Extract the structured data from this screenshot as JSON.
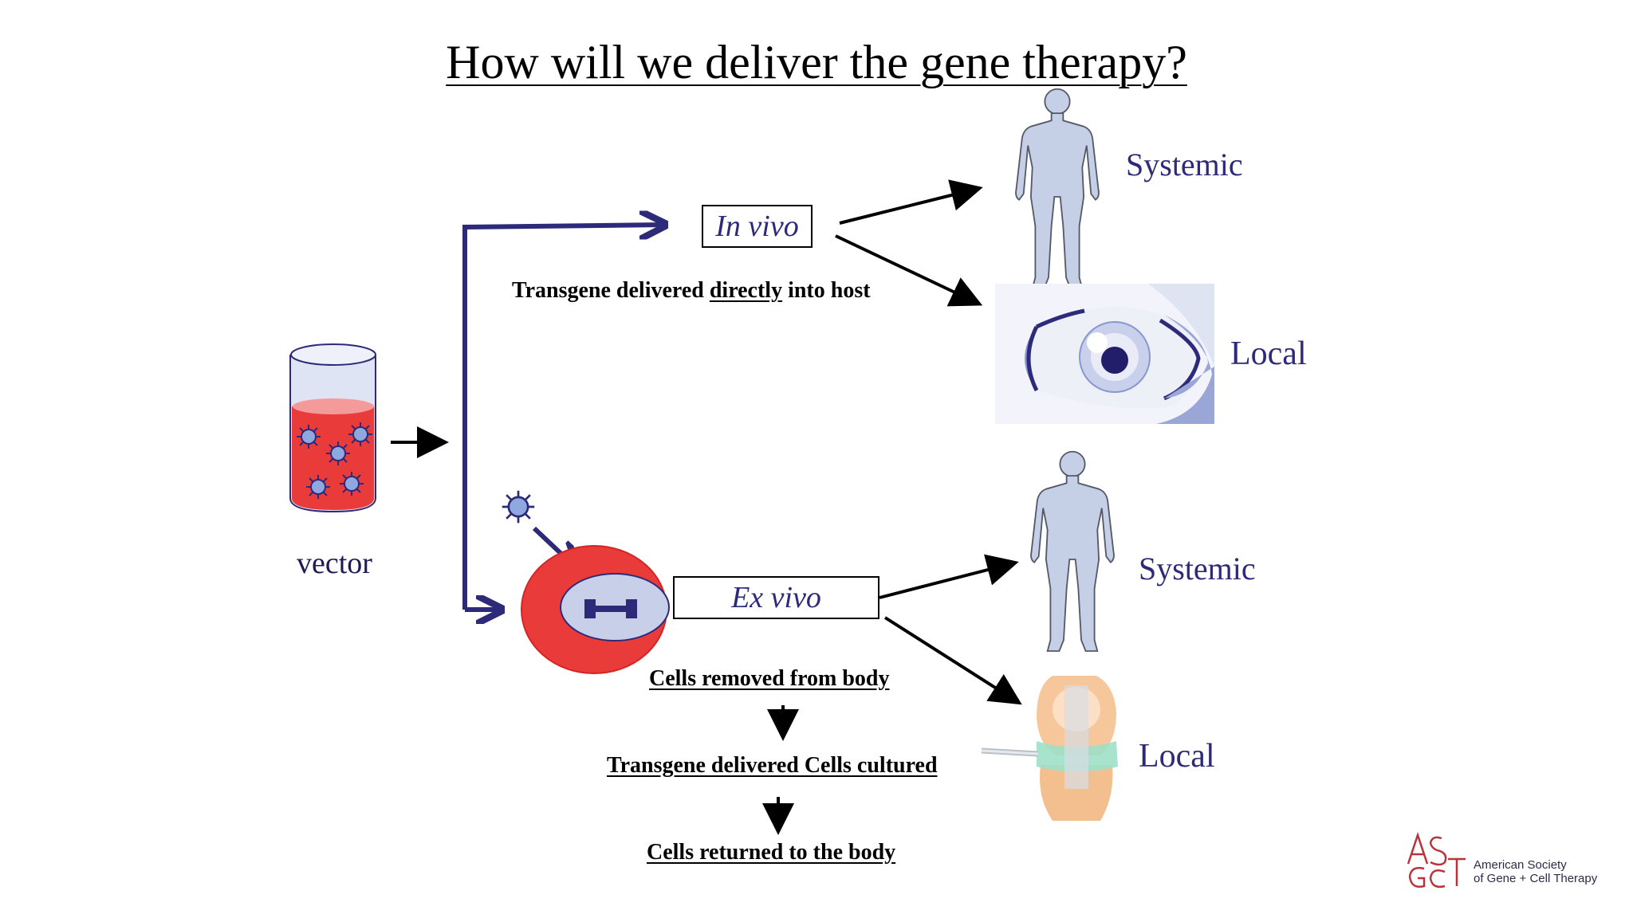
{
  "title": "How will we deliver the gene therapy?",
  "vector_label": "vector",
  "in_vivo": {
    "label": "In vivo",
    "description_prefix": "Transgene delivered ",
    "description_emphasis": "directly",
    "description_suffix": " into host",
    "targets": [
      "Systemic",
      "Local"
    ]
  },
  "ex_vivo": {
    "label": "Ex vivo",
    "steps": [
      "Cells removed from body",
      "Transgene delivered Cells cultured",
      "Cells returned to the body"
    ],
    "targets": [
      "Systemic",
      "Local"
    ]
  },
  "logo": {
    "monogram": "ASGCT",
    "line1": "American Society",
    "line2": "of Gene + Cell Therapy"
  },
  "colors": {
    "arrow_purple": "#2e2a7a",
    "cell_red": "#e8393a",
    "body_blue": "#c5cfe6",
    "logo_red": "#b8343a"
  }
}
